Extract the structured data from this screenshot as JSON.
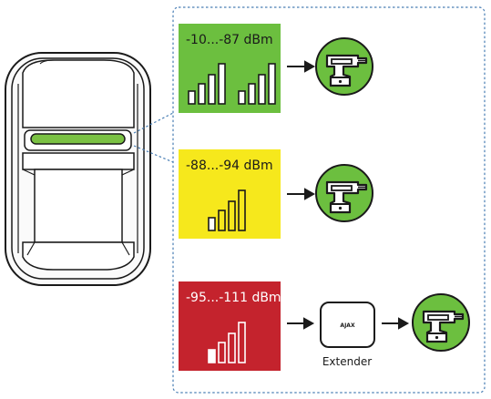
{
  "rows": [
    {
      "range": "-10...-87 dBm",
      "bg": "#6cbf3f",
      "text_color": "#1a1a1a",
      "action": "direct"
    },
    {
      "range": "-88...-94 dBm",
      "bg": "#f6e81c",
      "text_color": "#1a1a1a",
      "action": "direct"
    },
    {
      "range": "-95...-111 dBm",
      "bg": "#c4232d",
      "text_color": "#ffffff",
      "action": "via-extender"
    }
  ],
  "extender": {
    "label": "Extender",
    "logo": "AJAX"
  },
  "colors": {
    "green_circle": "#6cbf3f",
    "device_led": "#7ac143",
    "dotted_border": "#4a7fb5"
  },
  "icons": [
    "motion-detector-icon",
    "signal-bars-icon",
    "drill-icon",
    "arrow-icon",
    "extender-icon"
  ]
}
